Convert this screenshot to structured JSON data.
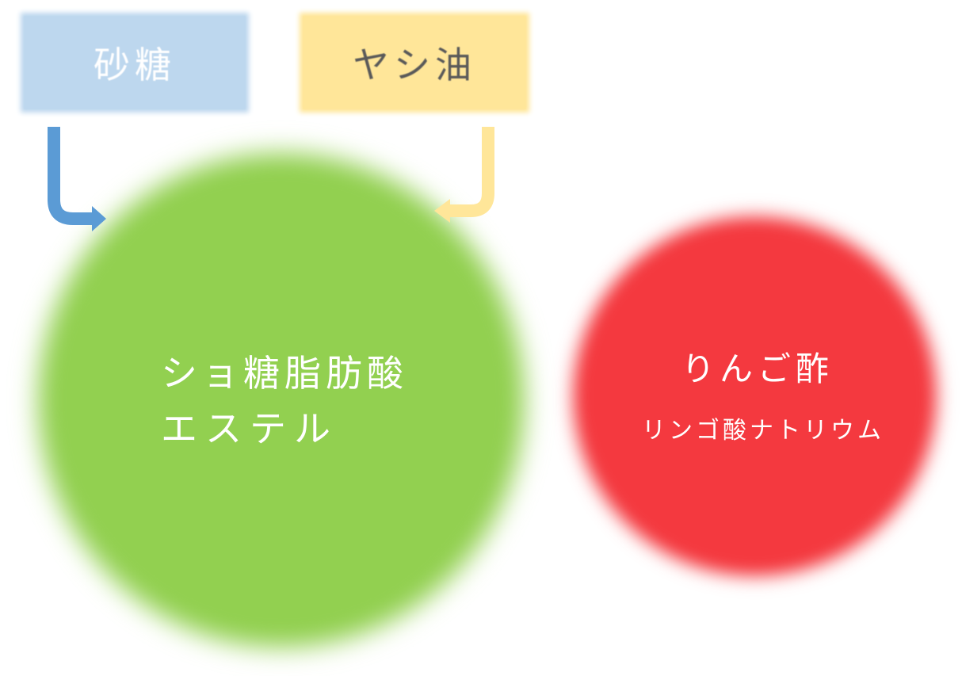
{
  "colors": {
    "sugar_box": "#BDD7EE",
    "sugar_text": "#FFFFFF",
    "coconut_box": "#FFE699",
    "coconut_text": "#595959",
    "blue_arrow": "#5B9BD5",
    "yellow_arrow": "#FFE699",
    "green_circle": "#92D050",
    "red_circle": "#F4393F"
  },
  "inputs": {
    "sugar": "砂糖",
    "coconut_oil": "ヤシ油"
  },
  "green_circle": {
    "line1": "ショ糖脂肪酸",
    "line2": "エステル"
  },
  "red_circle": {
    "line1": "りんご酢",
    "line2": "リンゴ酸ナトリウム"
  }
}
